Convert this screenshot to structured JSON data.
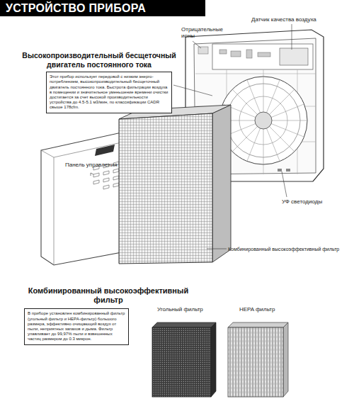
{
  "diagram": {
    "title": "УСТРОЙСТВО ПРИБОРА",
    "nodes": [
      {
        "text": [
          "Высокопроизводительный бесщеточный двигатель постоянного тока",
          "Этот прибор использует передовой с низким энерго-потреблением, высокопроизводительный бесщеточный двигатель постоянного тока. Быстрота фильтрации воздуха в помещении и значительное уменьшение времени очистки достигается за счет высокой производительности устройства до 4.5-5.1 м3/мин, по классификации CADR свыше 178cfm."
        ]
      },
      {
        "text": [
          "Комбинированный высокоэффективный фильтр",
          "В приборе установлен комбинированный фильтр (угольный фильтр и HEPA-фильтр) большого размера, эффективно очищающий воздух от пыли, неприятных запахов и дыма. Фильтр улавливает до 99,97% пыли и взвешенных частиц размером до 0.3 микрон."
        ]
      }
    ],
    "labels": [
      "Отрицательные ионы",
      "Датчик качества воздуха",
      "Панель управления",
      "УФ светодиоды",
      "Комбинированный высокоэффективный фильтр",
      "Угольный фильтр",
      "HEPA фильтр"
    ]
  }
}
